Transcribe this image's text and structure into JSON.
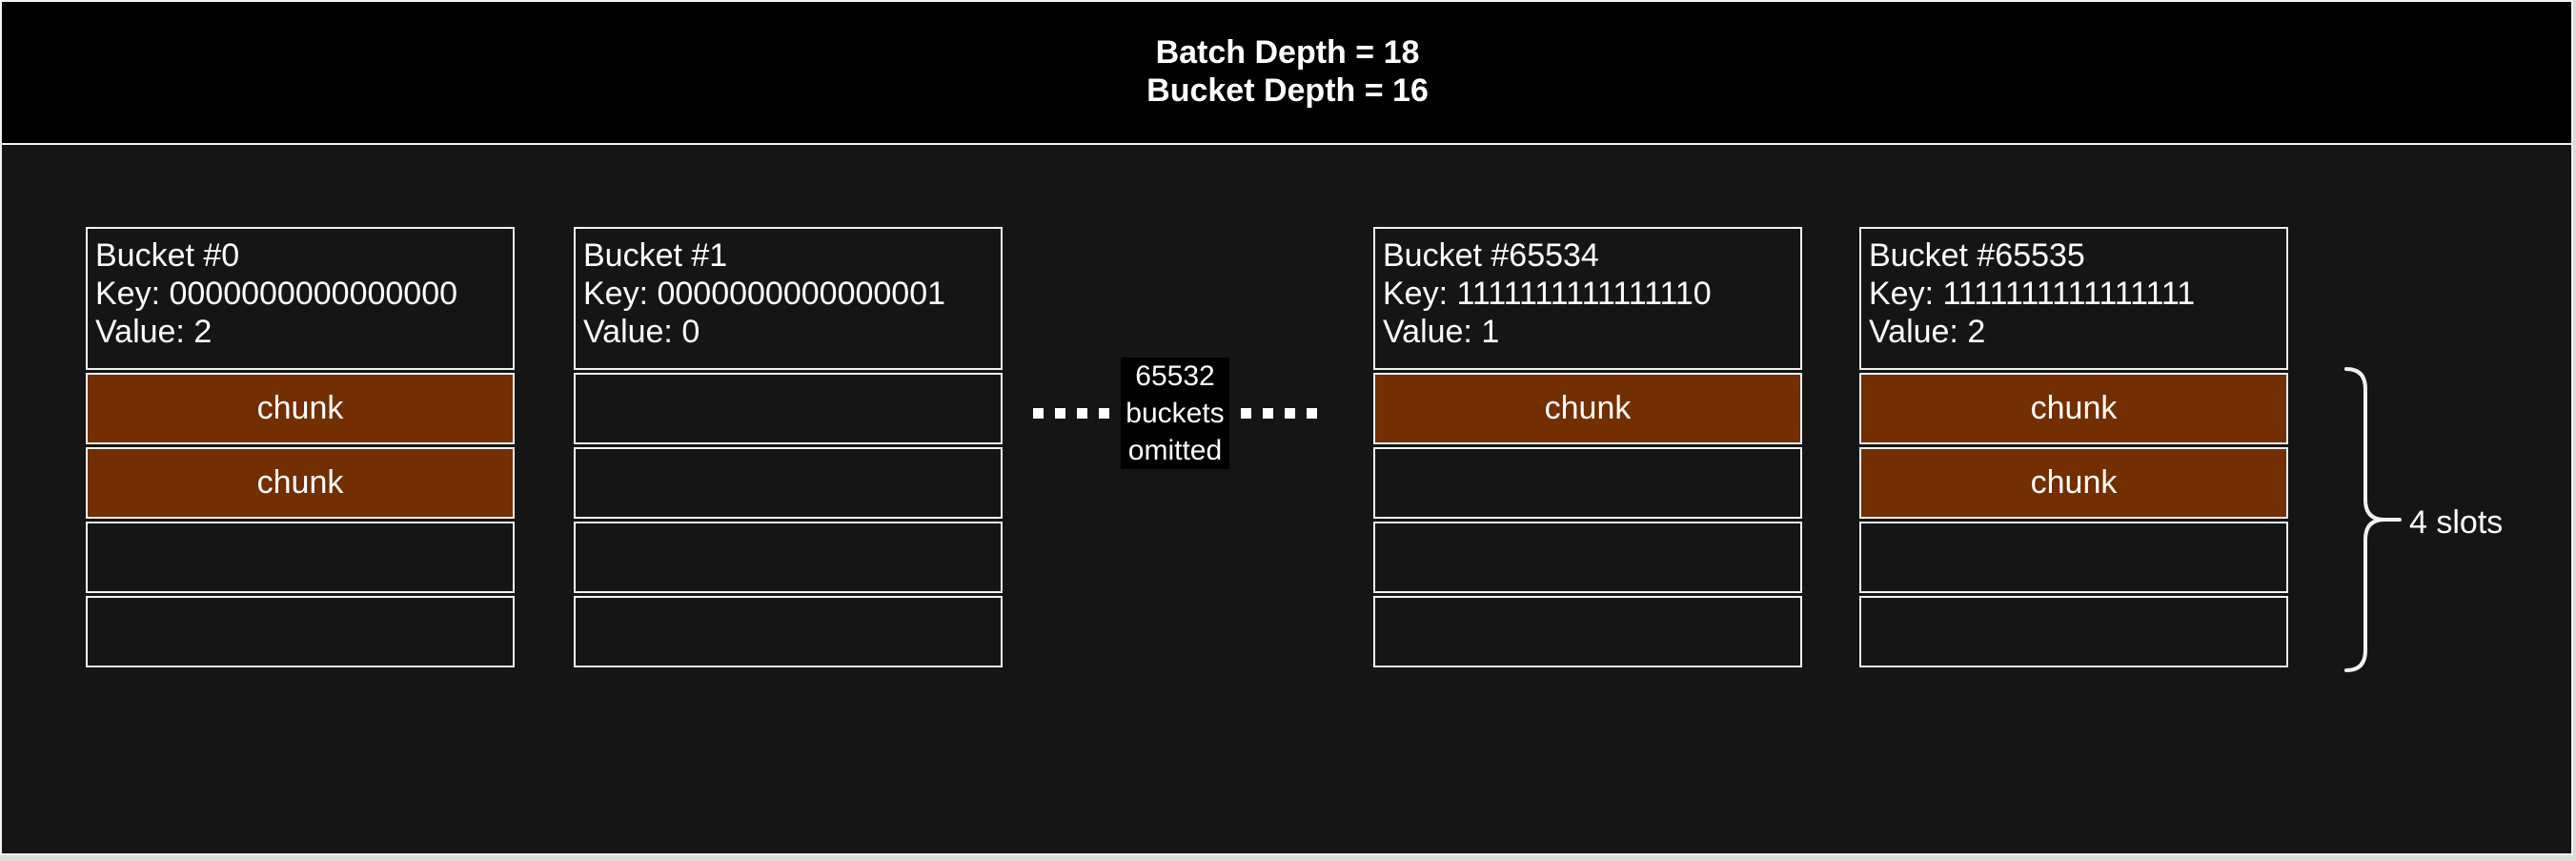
{
  "header": {
    "line1": "Batch Depth = 18",
    "line2": "Bucket Depth = 16"
  },
  "buckets": [
    {
      "title": "Bucket #0",
      "key": "Key: 0000000000000000",
      "value": "Value: 2",
      "slots": [
        "chunk",
        "chunk",
        "",
        ""
      ]
    },
    {
      "title": "Bucket #1",
      "key": "Key: 0000000000000001",
      "value": "Value: 0",
      "slots": [
        "",
        "",
        "",
        ""
      ]
    },
    {
      "title": "Bucket #65534",
      "key": "Key: 1111111111111110",
      "value": "Value: 1",
      "slots": [
        "chunk",
        "",
        "",
        ""
      ]
    },
    {
      "title": "Bucket #65535",
      "key": "Key: 1111111111111111",
      "value": "Value: 2",
      "slots": [
        "chunk",
        "chunk",
        "",
        ""
      ]
    }
  ],
  "omitted_label": {
    "lines": [
      "65532",
      "buckets",
      "omitted"
    ]
  },
  "annotation": {
    "slots_label": "4 slots"
  },
  "colors": {
    "page_bg": "#151515",
    "header_bg": "#000000",
    "border_line": "#f2f2f2",
    "chunk_fill": "#732e01",
    "text": "#ffffff",
    "outer_bg": "#dcdcdc"
  }
}
